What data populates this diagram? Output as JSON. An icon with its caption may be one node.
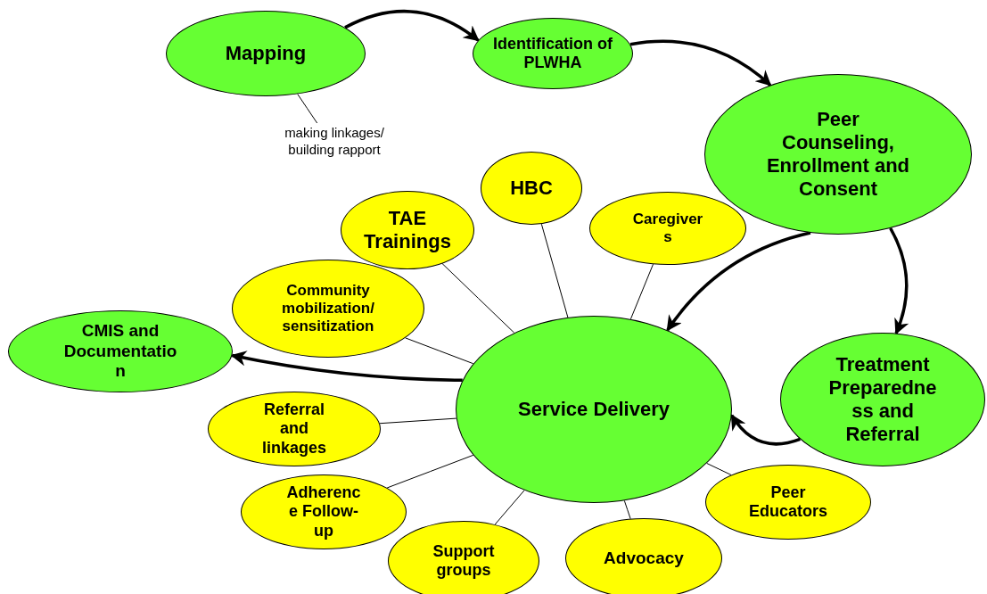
{
  "diagram": {
    "nodes": [
      {
        "text": [
          "Mapping"
        ]
      },
      {
        "text": [
          "Identification of PLWHA"
        ]
      },
      {
        "text": [
          "Peer Counseling, Enrollment and Consent"
        ]
      },
      {
        "text": [
          "making linkages/ building rapport"
        ]
      },
      {
        "text": [
          "HBC"
        ]
      },
      {
        "text": [
          "TAE Trainings"
        ]
      },
      {
        "text": [
          "Caregiver s"
        ]
      },
      {
        "text": [
          "Community mobilization/ sensitization"
        ]
      },
      {
        "text": [
          "CMIS and Documentatio n"
        ]
      },
      {
        "text": [
          "Service Delivery"
        ]
      },
      {
        "text": [
          "Treatment Preparedne ss and Referral"
        ]
      },
      {
        "text": [
          "Referral and linkages"
        ]
      },
      {
        "text": [
          "Adherenc e Follow-up"
        ]
      },
      {
        "text": [
          "Peer Educators"
        ]
      },
      {
        "text": [
          "Support groups"
        ]
      },
      {
        "text": [
          "Advocacy"
        ]
      }
    ],
    "edges": [
      {
        "from": 0,
        "to": 1,
        "arrow": "to",
        "style": "thick"
      },
      {
        "from": 1,
        "to": 2,
        "arrow": "to",
        "style": "thick"
      },
      {
        "from": 2,
        "to": 9,
        "arrow": "to",
        "style": "thick"
      },
      {
        "from": 2,
        "to": 10,
        "arrow": "to",
        "style": "thick"
      },
      {
        "from": 10,
        "to": 9,
        "arrow": "to",
        "style": "thick"
      },
      {
        "from": 9,
        "to": 8,
        "arrow": "to",
        "style": "thick"
      },
      {
        "from": 3,
        "to": 0,
        "arrow": "none"
      },
      {
        "from": 4,
        "to": 9,
        "arrow": "none"
      },
      {
        "from": 5,
        "to": 9,
        "arrow": "none"
      },
      {
        "from": 6,
        "to": 9,
        "arrow": "none"
      },
      {
        "from": 7,
        "to": 9,
        "arrow": "none"
      },
      {
        "from": 11,
        "to": 9,
        "arrow": "none"
      },
      {
        "from": 12,
        "to": 9,
        "arrow": "none"
      },
      {
        "from": 13,
        "to": 9,
        "arrow": "none"
      },
      {
        "from": 14,
        "to": 9,
        "arrow": "none"
      },
      {
        "from": 15,
        "to": 9,
        "arrow": "none"
      }
    ]
  }
}
